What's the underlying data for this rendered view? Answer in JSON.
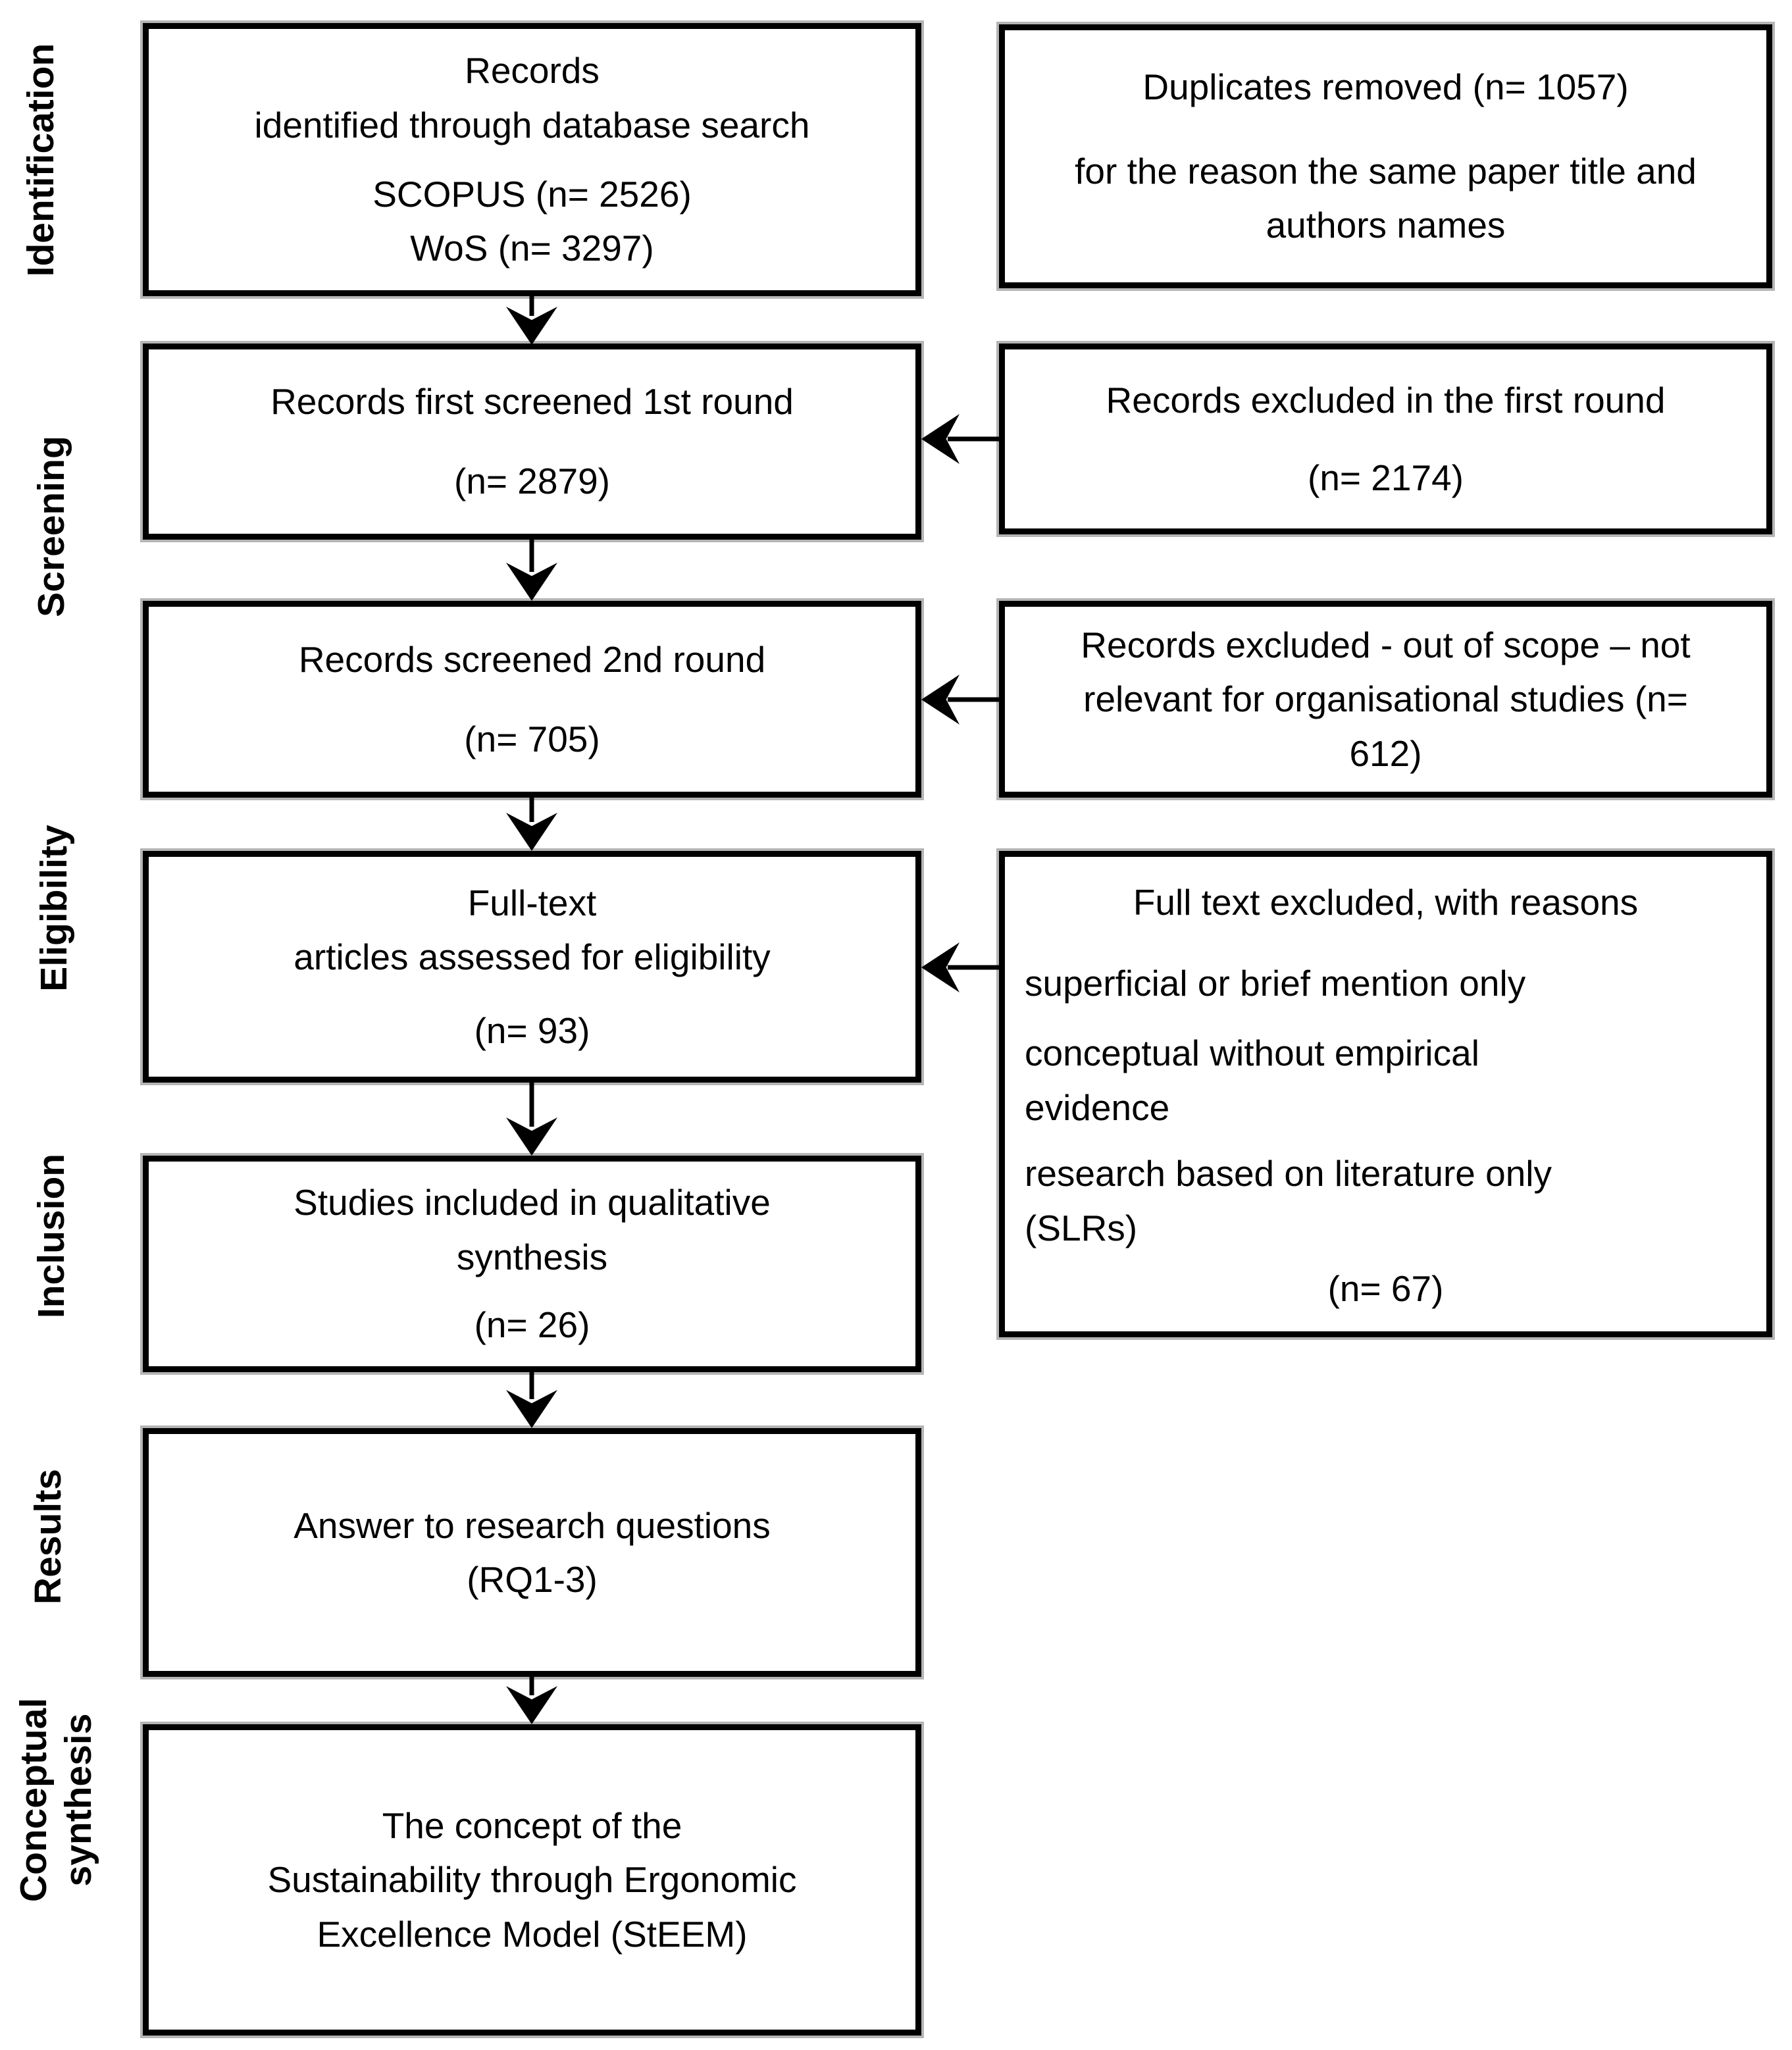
{
  "stages": {
    "identification": "Identification",
    "screening": "Screening",
    "eligibility": "Eligibility",
    "inclusion": "Inclusion",
    "results": "Results",
    "conceptual_synthesis": "Conceptual synthesis"
  },
  "main": {
    "identified": {
      "line1": "Records",
      "line2": "identified through database search",
      "scopus": "SCOPUS (n= 2526)",
      "wos": "WoS (n= 3297)"
    },
    "screened1": {
      "title": "Records first screened 1st round",
      "count": "(n= 2879)"
    },
    "screened2": {
      "title": "Records screened 2nd round",
      "count": "(n= 705)"
    },
    "fulltext": {
      "line1": "Full-text",
      "line2": "articles assessed for eligibility",
      "count": "(n= 93)"
    },
    "included": {
      "title": "Studies included in qualitative synthesis",
      "count": "(n= 26)"
    },
    "answers": {
      "line1": "Answer to research questions",
      "line2": "(RQ1-3)"
    },
    "concept": {
      "line1": "The concept of the",
      "line2": "Sustainability through Ergonomic",
      "line3": "Excellence Model (StEEM)"
    }
  },
  "side": {
    "duplicates": {
      "line1": "Duplicates removed (n= 1057)",
      "line2": "for the reason the same paper title and authors names"
    },
    "excluded1": {
      "title": "Records excluded in the first round",
      "count": "(n= 2174)"
    },
    "excluded2": {
      "text": "Records excluded - out of scope – not relevant for organisational studies (n= 612)"
    },
    "excluded_fulltext": {
      "title": "Full text excluded, with reasons",
      "reason1": "superficial or brief mention only",
      "reason2": "conceptual without empirical evidence",
      "reason3": "research based on literature only (SLRs)",
      "count": "(n= 67)"
    }
  }
}
